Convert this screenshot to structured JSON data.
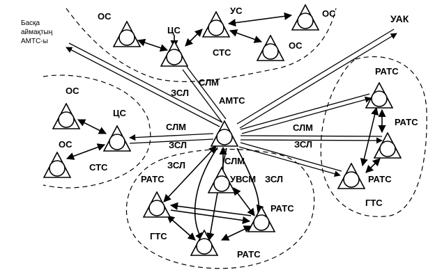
{
  "labels": {
    "os": "ОС",
    "cs": "ЦС",
    "us": "УС",
    "sts": "СТС",
    "uak": "УАК",
    "other_region": [
      "Басқа",
      "аймақтың",
      "АМТС-ы"
    ],
    "amts": "АМТС",
    "slm": "СЛМ",
    "zsl": "ЗСЛ",
    "rats": "РАТС",
    "gts": "ГТС",
    "uvsm": "УВСМ"
  }
}
